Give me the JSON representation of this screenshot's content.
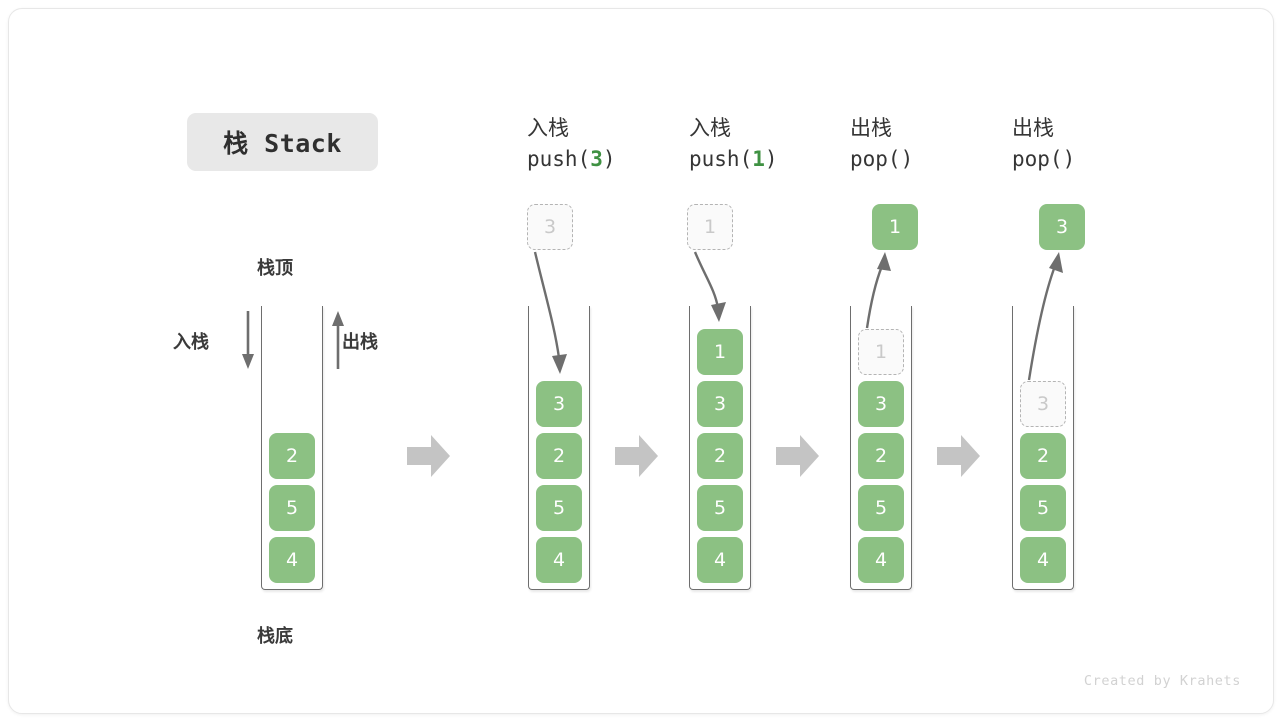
{
  "title": {
    "badge_label": "栈 Stack"
  },
  "left_diagram": {
    "top_label": "栈顶",
    "bottom_label": "栈底",
    "push_label": "入栈",
    "pop_label": "出栈",
    "cells": [
      "2",
      "5",
      "4"
    ]
  },
  "columns": [
    {
      "head_cjk": "入栈",
      "head_code_prefix": "push(",
      "head_code_arg": "3",
      "head_code_suffix": ")",
      "floating_cell": {
        "value": "3",
        "style": "ghost"
      },
      "motion": "down",
      "cells": [
        "3",
        "2",
        "5",
        "4"
      ],
      "ghost_cell_in_stack": null
    },
    {
      "head_cjk": "入栈",
      "head_code_prefix": "push(",
      "head_code_arg": "1",
      "head_code_suffix": ")",
      "floating_cell": {
        "value": "1",
        "style": "ghost"
      },
      "motion": "down",
      "cells": [
        "1",
        "3",
        "2",
        "5",
        "4"
      ],
      "ghost_cell_in_stack": null
    },
    {
      "head_cjk": "出栈",
      "head_code_prefix": "pop(",
      "head_code_arg": "",
      "head_code_suffix": ")",
      "floating_cell": {
        "value": "1",
        "style": "filled"
      },
      "motion": "up",
      "cells": [
        "3",
        "2",
        "5",
        "4"
      ],
      "ghost_cell_in_stack": "1"
    },
    {
      "head_cjk": "出栈",
      "head_code_prefix": "pop(",
      "head_code_arg": "",
      "head_code_suffix": ")",
      "floating_cell": {
        "value": "3",
        "style": "filled"
      },
      "motion": "up",
      "cells": [
        "2",
        "5",
        "4"
      ],
      "ghost_cell_in_stack": "3"
    }
  ],
  "colors": {
    "cell_green": "#8cc183",
    "accent_green": "#3f9142",
    "arrow_gray": "#c4c4c4",
    "line_gray": "#6e6e6e",
    "badge_gray": "#e8e8e8"
  },
  "watermark": "Created by Krahets"
}
